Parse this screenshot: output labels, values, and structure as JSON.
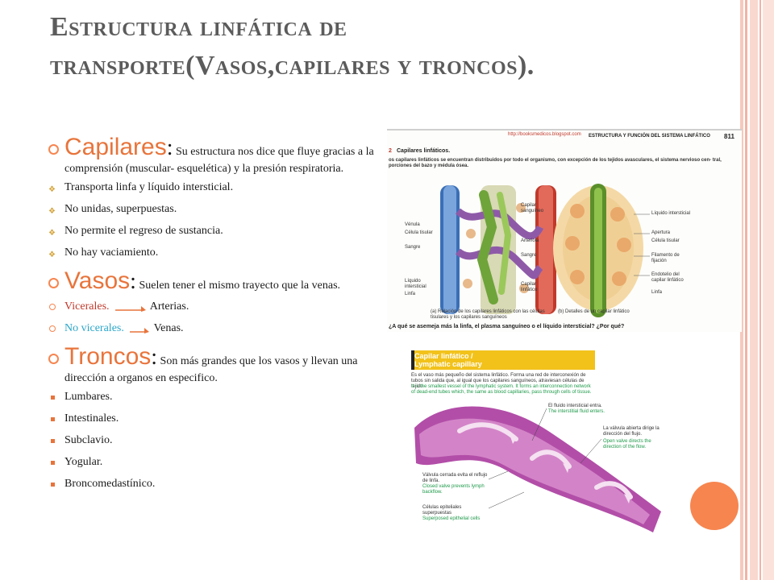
{
  "title": "Estructura linfática de transporte(Vasos,capilares y troncos).",
  "sections": {
    "capilares": {
      "head": "Capilares",
      "colon": ":",
      "desc": " Su estructura nos dice que fluye gracias a la comprensión (muscular- esquelética) y la presión respiratoria.",
      "items": [
        "Transporta linfa y líquido intersticial.",
        "No unidas, superpuestas.",
        "No permite el regreso de sustancia.",
        "No hay vaciamiento."
      ]
    },
    "vasos": {
      "head": "Vasos",
      "colon": ":",
      "desc": " Suelen tener el mismo trayecto que la venas.",
      "items": [
        {
          "label": "Vicerales.",
          "target": "Arterias."
        },
        {
          "label": "No vicerales.",
          "target": "Venas."
        }
      ]
    },
    "troncos": {
      "head": "Troncos",
      "colon": ":",
      "desc": " Son más grandes que los vasos y llevan una dirección a organos en especifico.",
      "items": [
        "Lumbares.",
        "Intestinales.",
        "Subclavio.",
        "Yogular.",
        "Broncomedastínico."
      ]
    }
  },
  "figure1": {
    "url": "http://booksmedicos.blogspot.com",
    "header": "ESTRUCTURA Y FUNCIÓN DEL SISTEMA LINFÁTICO",
    "page": "811",
    "fig_num": "2",
    "fig_title": "Capilares linfáticos.",
    "caption": "os capilares linfáticos se encuentran distribuidos por todo el organismo, con excepción de los tejidos avasculares, el sistema nervioso cen- tral, porciones del bazo y médula ósea.",
    "left_labels": [
      "Vénula",
      "Célula tisular",
      "Sangre",
      "Líquido intersticial",
      "Linfa"
    ],
    "mid_labels": [
      "Capilar sanguíneo",
      "Arteriola",
      "Sangre",
      "Capilar linfático"
    ],
    "right_labels": [
      "Líquido intersticial",
      "Apertura",
      "Célula tisular",
      "Filamento de fijación",
      "Endotelio del capilar linfático",
      "Linfa"
    ],
    "sub_a": "(a) Relación de los capilares linfáticos con las células tisulares y los capilares sanguíneos",
    "sub_b": "(b) Detalles de un capilar linfático",
    "question": "¿A qué se asemeja más la linfa, el plasma sanguíneo o el líquido intersticial? ¿Por qué?"
  },
  "figure2": {
    "title_es": "Capilar linfático /",
    "title_en": "Lymphatic capillary",
    "desc_es": "Es el vaso más pequeño del sistema linfático. Forma una red de interconexión de tubos sin salida que, al igual que los capilares sanguíneos, atraviesan células de tejido.",
    "desc_en": "It is the smallest vessel of the lymphatic system. It forms an interconnection network of dead-end tubes which, the same as blood capillaries, pass through cells of tissue.",
    "label1_es": "El fluido intersticial entra.",
    "label1_en": "The interstitial fluid enters.",
    "label2_es": "La válvula abierta dirige la dirección del flujo.",
    "label2_en": "Open valve directs the direction of the flow.",
    "label3_es": "Válvula cerrada evita el reflujo de linfa.",
    "label3_en": "Closed valve prevents lymph backflow.",
    "label4_es": "Células epiteliales superpuestas",
    "label4_en": "Superposed epithelial cells"
  },
  "colors": {
    "accent": "#f7854f",
    "head": "#e8743b",
    "red": "#c0392b",
    "cyan": "#2aa6c9"
  }
}
